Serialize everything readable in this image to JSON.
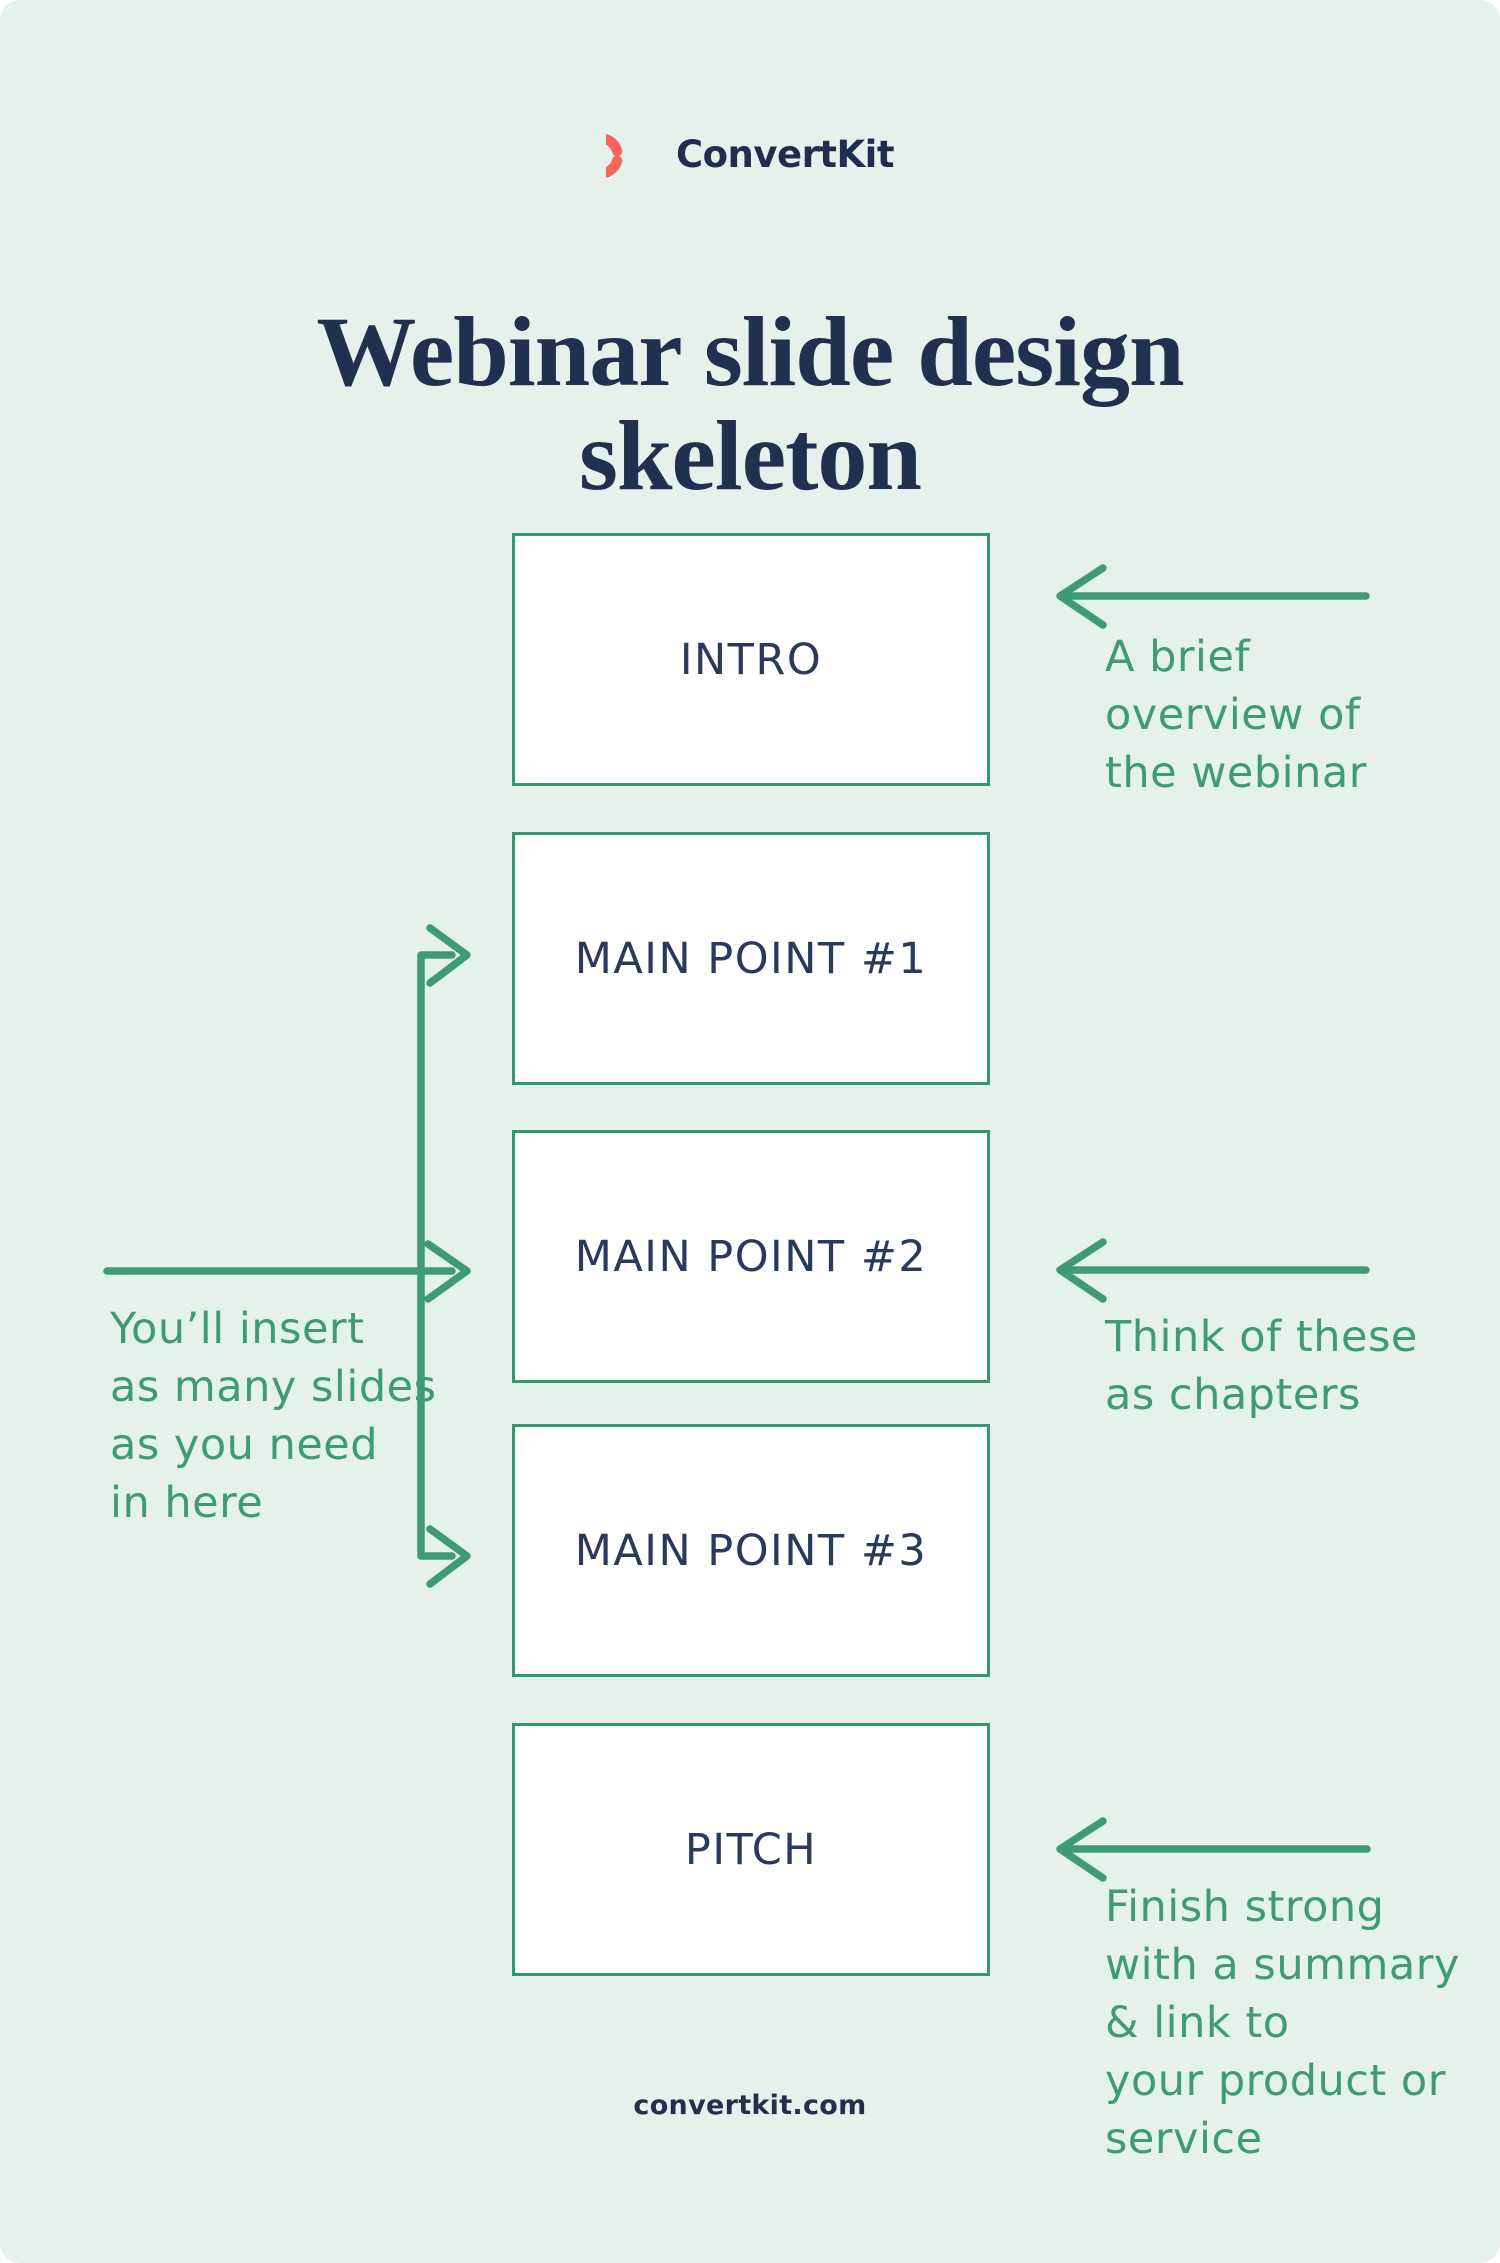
{
  "colors": {
    "background": "#e5f2ec",
    "accent_green": "#3f9b76",
    "box_border_green": "#35976d",
    "navy": "#20304f",
    "slide_label_navy": "#2a3a5c",
    "logo_coral": "#f9655b",
    "slide_background": "#ffffff"
  },
  "header": {
    "brand": "ConvertKit",
    "logo_icon": "convertkit-swirl-icon",
    "title": "Webinar slide design\nskeleton"
  },
  "slides": [
    {
      "label": "INTRO"
    },
    {
      "label": "MAIN POINT #1"
    },
    {
      "label": "MAIN POINT #2"
    },
    {
      "label": "MAIN POINT #3"
    },
    {
      "label": "PITCH"
    }
  ],
  "annotations": {
    "intro_note": "A brief\noverview of\nthe webinar",
    "insert_note": "You’ll insert\nas many slides\nas you need\nin here",
    "chapters_note": "Think of these\nas chapters",
    "pitch_note": "Finish strong\nwith a summary\n& link to\nyour product or\nservice"
  },
  "footer": {
    "site": "convertkit.com"
  }
}
